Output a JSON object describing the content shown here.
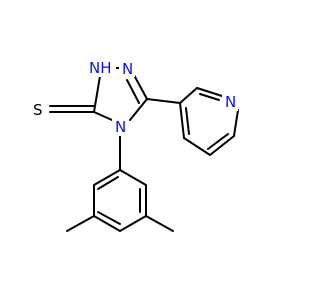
{
  "molecule": {
    "atoms": {
      "NH": {
        "label": "H",
        "label_prefix": "N",
        "element": "N",
        "color": "#1010ee"
      },
      "N_triazole_2": {
        "label": "N",
        "element": "N",
        "color": "#1010ee"
      },
      "N_triazole_4": {
        "label": "N",
        "element": "N",
        "color": "#1010ee"
      },
      "N_pyridine": {
        "label": "N",
        "element": "N",
        "color": "#1010ee"
      },
      "S_thione": {
        "label": "S",
        "element": "S",
        "color": "#000000"
      }
    },
    "bond_color": "#000000",
    "nitrogen_color": "#1010ee"
  }
}
